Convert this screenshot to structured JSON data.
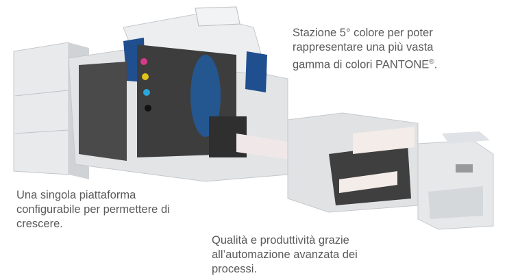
{
  "captions": {
    "color_station": {
      "text": "Stazione 5° colore per poter\nrappresentare una più vasta\ngamma di colori  PANTONE",
      "mark": "®",
      "end": "."
    },
    "platform": {
      "text": "Una singola piattaforma\nconfigurabile per permettere di\ncrescere."
    },
    "automation": {
      "text": "Qualità e produttività grazie\nall’automazione avanzata dei\nprocessi."
    }
  },
  "colors": {
    "text": "#5a5a5a",
    "body": "#e4e6e8",
    "shadow": "#bfc3c7",
    "accent_blue": "#1f4f8f",
    "interior": "#4a4a4a"
  }
}
